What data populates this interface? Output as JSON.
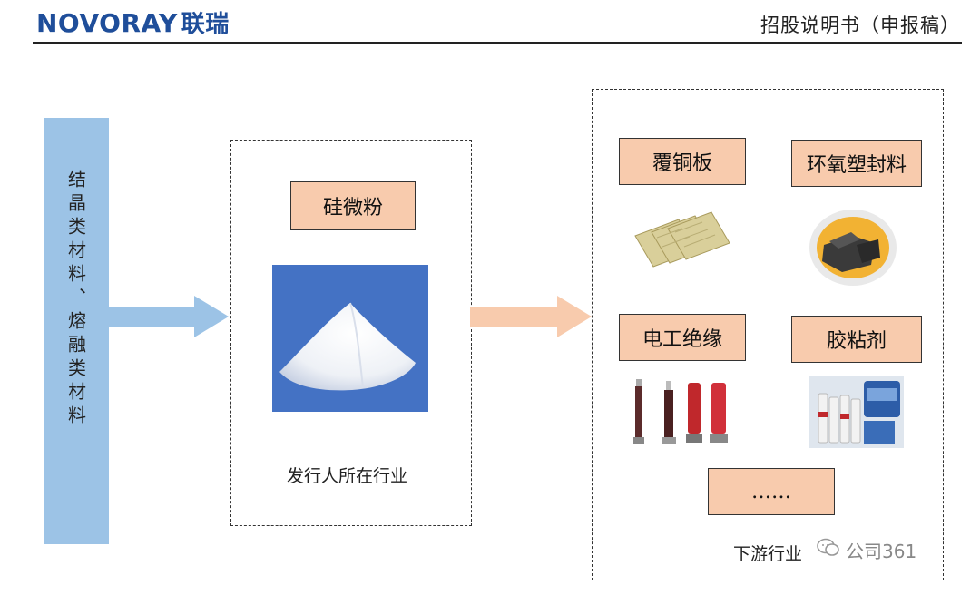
{
  "header": {
    "logo_en": "NOVORAY",
    "logo_cn": "联瑞",
    "doc_title": "招股说明书（申报稿）"
  },
  "upstream": {
    "label": "结晶类材料、熔融类材料"
  },
  "issuer": {
    "product_label": "硅微粉",
    "caption": "发行人所在行业"
  },
  "downstream": {
    "items": [
      {
        "label": "覆铜板"
      },
      {
        "label": "环氧塑封料"
      },
      {
        "label": "电工绝缘"
      },
      {
        "label": "胶粘剂"
      },
      {
        "label": "……"
      }
    ],
    "caption": "下游行业"
  },
  "watermark": {
    "text": "公司361"
  },
  "colors": {
    "brand_blue": "#1f4e9a",
    "upstream_blue": "#9cc3e6",
    "box_fill": "#f8cbad",
    "arrow_orange": "#f8cbad",
    "powder_bg": "#4472c4"
  }
}
